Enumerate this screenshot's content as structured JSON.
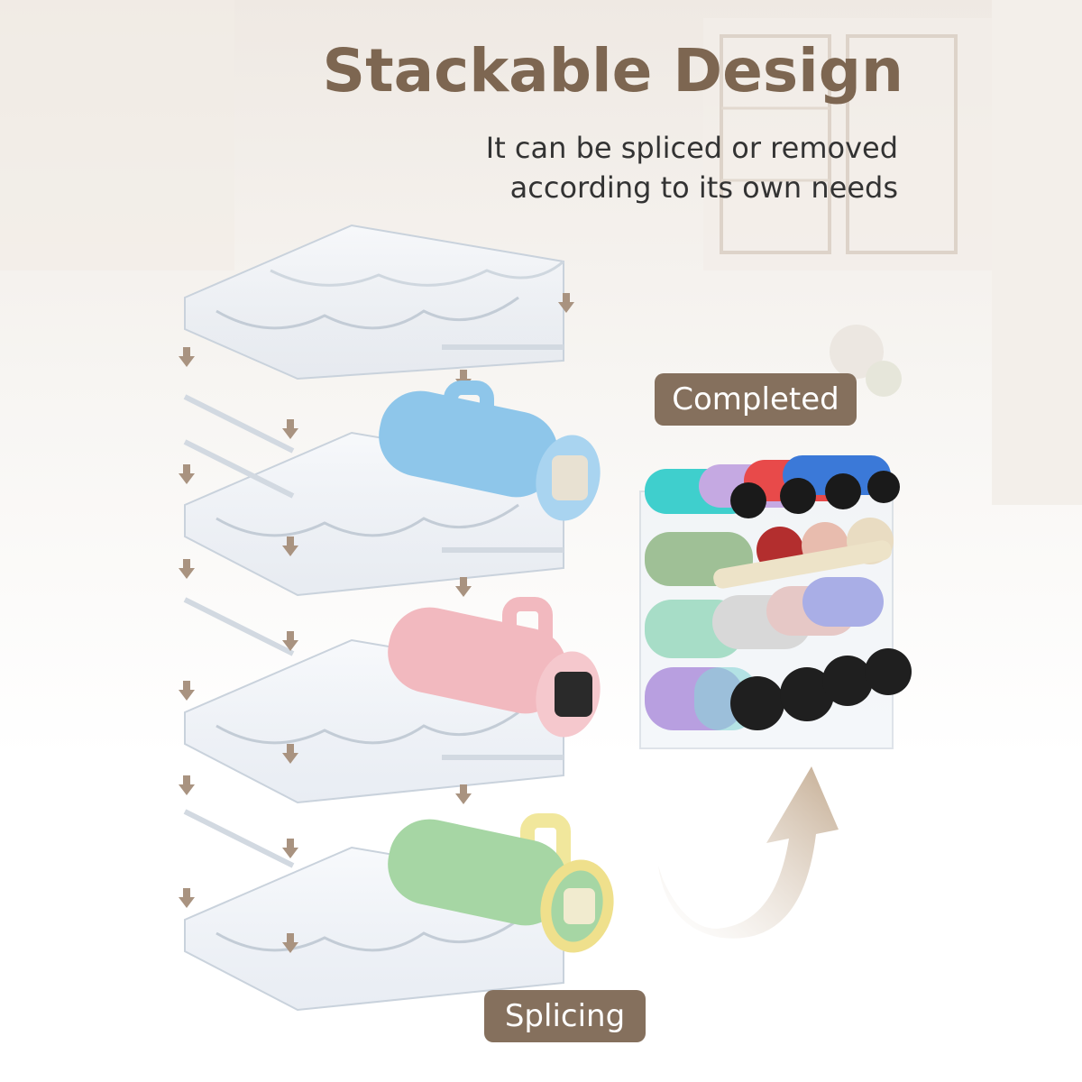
{
  "headline": "Stackable Design",
  "subheadline_line1": "It can be spliced or removed",
  "subheadline_line2": "according to its own needs",
  "labels": {
    "completed": "Completed",
    "splicing": "Splicing"
  },
  "colors": {
    "accent_brown": "#7d6651",
    "tag_brown": "#85705d",
    "bottle_blue": "#8ec6ea",
    "bottle_pink": "#f2b9bf",
    "bottle_green": "#a6d6a4"
  }
}
